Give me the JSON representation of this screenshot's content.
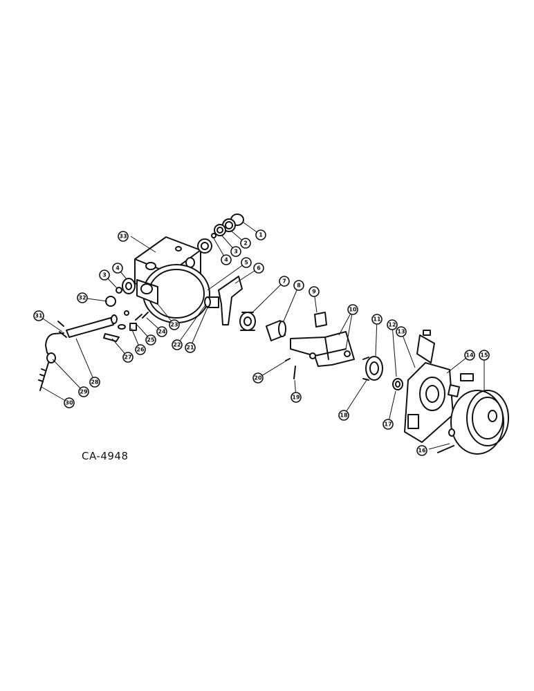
{
  "drawing_code": "CA-4948",
  "callouts": [
    "1",
    "2",
    "3",
    "4",
    "5",
    "6",
    "7",
    "8",
    "9",
    "10",
    "11",
    "12",
    "13",
    "14",
    "15",
    "16",
    "17",
    "18",
    "19",
    "20",
    "21",
    "22",
    "23",
    "24",
    "25",
    "26",
    "27",
    "28",
    "29",
    "30",
    "31",
    "32",
    "33"
  ]
}
